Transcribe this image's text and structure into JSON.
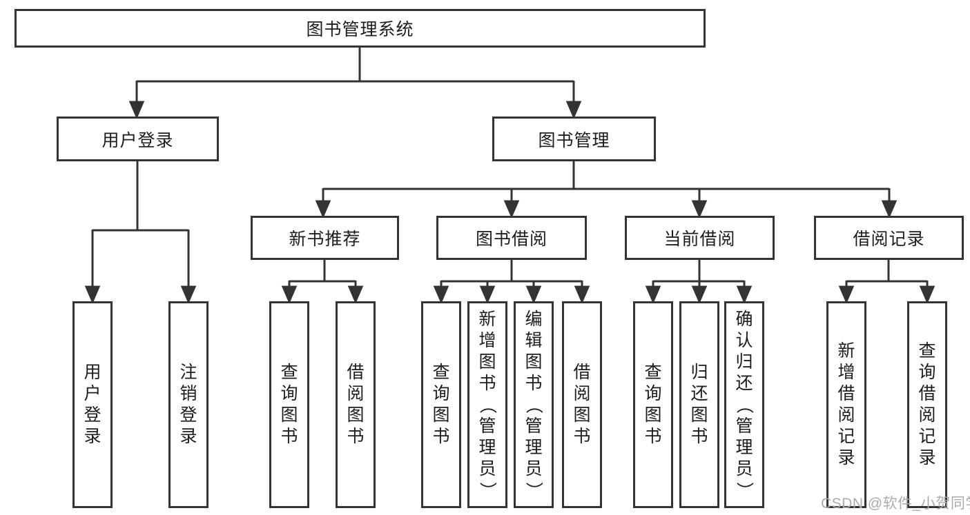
{
  "root": {
    "label": "图书管理系统"
  },
  "branches": [
    {
      "label": "用户登录",
      "children": [
        {
          "label": "用户登录"
        },
        {
          "label": "注销登录"
        }
      ]
    },
    {
      "label": "图书管理",
      "sections": [
        {
          "label": "新书推荐",
          "children": [
            {
              "label": "查询图书"
            },
            {
              "label": "借阅图书"
            }
          ]
        },
        {
          "label": "图书借阅",
          "children": [
            {
              "label": "查询图书"
            },
            {
              "label": "新增图书（管理员）"
            },
            {
              "label": "编辑图书（管理员）"
            },
            {
              "label": "借阅图书"
            }
          ]
        },
        {
          "label": "当前借阅",
          "children": [
            {
              "label": "查询图书"
            },
            {
              "label": "归还图书"
            },
            {
              "label": "确认归还（管理员）"
            }
          ]
        },
        {
          "label": "借阅记录",
          "children": [
            {
              "label": "新增借阅记录"
            },
            {
              "label": "查询借阅记录"
            }
          ]
        }
      ]
    }
  ],
  "watermark": "CSDN @软件_小贺同学",
  "colors": {
    "line": "#333333",
    "box_border": "#333333",
    "text": "#1c1c1c",
    "watermark": "#ababab",
    "background": "#ffffff"
  }
}
